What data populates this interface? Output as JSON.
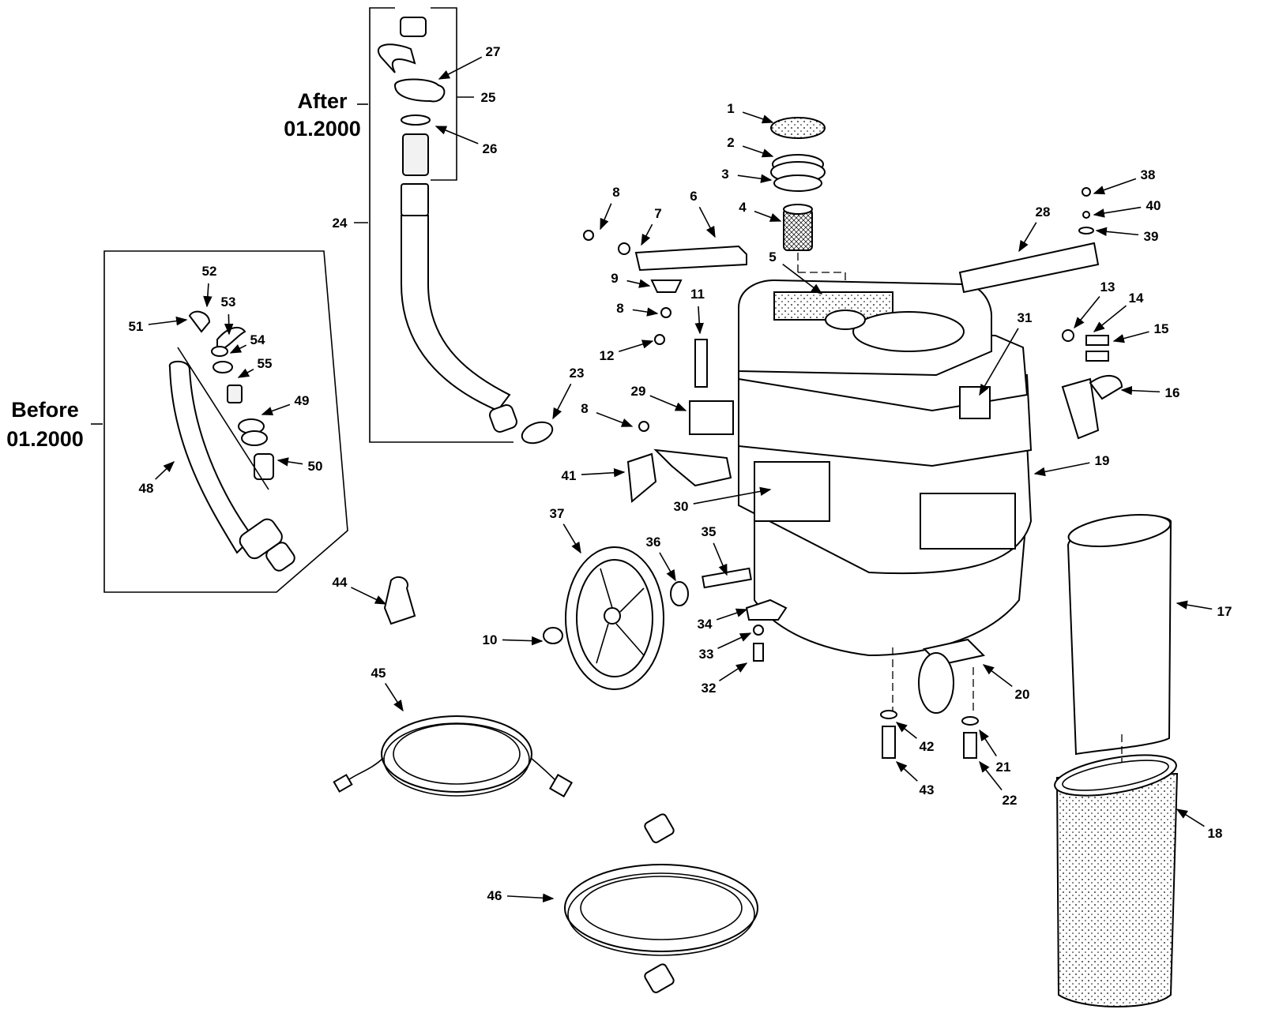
{
  "diagram": {
    "groups": {
      "after": {
        "line1": "After",
        "line2": "01.2000"
      },
      "before": {
        "line1": "Before",
        "line2": "01.2000"
      }
    },
    "callouts": [
      "1",
      "2",
      "3",
      "4",
      "5",
      "6",
      "7",
      "8",
      "8",
      "8",
      "9",
      "10",
      "11",
      "12",
      "13",
      "14",
      "15",
      "16",
      "17",
      "18",
      "19",
      "20",
      "21",
      "22",
      "23",
      "24",
      "25",
      "26",
      "27",
      "28",
      "29",
      "30",
      "31",
      "32",
      "33",
      "34",
      "35",
      "36",
      "37",
      "38",
      "39",
      "40",
      "41",
      "42",
      "43",
      "44",
      "45",
      "46",
      "48",
      "49",
      "50",
      "51",
      "52",
      "53",
      "54",
      "55"
    ],
    "line_color": "#000000",
    "background": "#ffffff"
  }
}
